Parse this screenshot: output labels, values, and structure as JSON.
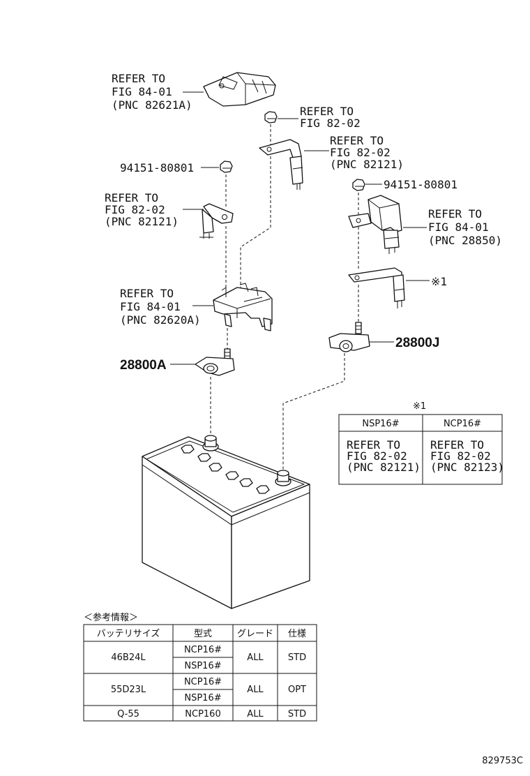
{
  "callouts": {
    "relay_top": [
      "REFER TO",
      "FIG 84-01",
      "(PNC 82621A)"
    ],
    "nut_top": [
      "REFER TO",
      "FIG 82-02"
    ],
    "bracket_top": [
      "REFER TO",
      "FIG 82-02",
      "(PNC 82121)"
    ],
    "bolt_left": "94151-80801",
    "bracket_left": [
      "REFER TO",
      "FIG 82-02",
      "(PNC 82121)"
    ],
    "bolt_right": "94151-80801",
    "block_right": [
      "REFER TO",
      "FIG 84-01",
      "(PNC 28850)"
    ],
    "note_mark": "※1",
    "block_left": [
      "REFER TO",
      "FIG 84-01",
      "(PNC 82620A)"
    ],
    "part_left": "28800A",
    "part_right": "28800J"
  },
  "note_table": {
    "mark": "※1",
    "headers": [
      "NSP16#",
      "NCP16#"
    ],
    "cells": [
      [
        "REFER TO",
        "FIG 82-02",
        "(PNC 82121)"
      ],
      [
        "REFER TO",
        "FIG 82-02",
        "(PNC 82123)"
      ]
    ]
  },
  "ref_table": {
    "title": "＜参考情報＞",
    "headers": [
      "バッテリサイズ",
      "型式",
      "グレード",
      "仕様"
    ],
    "groups": [
      {
        "size": "46B24L",
        "models": [
          "NCP16#",
          "NSP16#"
        ],
        "grade": "ALL",
        "spec": "STD"
      },
      {
        "size": "55D23L",
        "models": [
          "NCP16#",
          "NSP16#"
        ],
        "grade": "ALL",
        "spec": "OPT"
      },
      {
        "size": "Q-55",
        "models": [
          "NCP160"
        ],
        "grade": "ALL",
        "spec": "STD"
      }
    ]
  },
  "figure_code": "829753C"
}
